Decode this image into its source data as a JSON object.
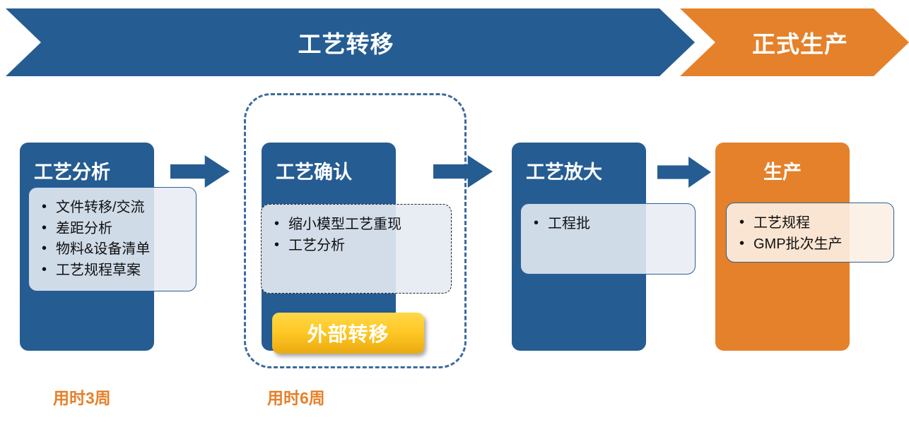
{
  "banner": {
    "phases": [
      {
        "label": "工艺转移",
        "color": "#255C92"
      },
      {
        "label": "正式生产",
        "color": "#E5812A"
      }
    ]
  },
  "colors": {
    "blue": "#255C92",
    "orange": "#E5812A",
    "yellow": "#FFC926",
    "callout_fill": "#E8EDF4",
    "callout_border": "#2E5F96",
    "dashed_group_border": "#3C6A9E"
  },
  "stages": [
    {
      "title": "工艺分析",
      "theme": "blue",
      "items": [
        "文件转移/交流",
        "差距分析",
        "物料&设备清单",
        "工艺规程草案"
      ],
      "duration": "用时3周"
    },
    {
      "title": "工艺确认",
      "theme": "blue",
      "items": [
        "缩小模型工艺重现",
        "工艺分析"
      ],
      "badge": "外部转移",
      "duration": "用时6周"
    },
    {
      "title": "工艺放大",
      "theme": "blue",
      "items": [
        "工程批"
      ],
      "duration": ""
    },
    {
      "title": "生产",
      "theme": "orange",
      "items": [
        "工艺规程",
        "GMP批次生产"
      ],
      "duration": ""
    }
  ],
  "arrows": [
    {
      "name": "arrow-analysis-to-confirm"
    },
    {
      "name": "arrow-confirm-to-scaleup"
    },
    {
      "name": "arrow-scaleup-to-production"
    }
  ]
}
